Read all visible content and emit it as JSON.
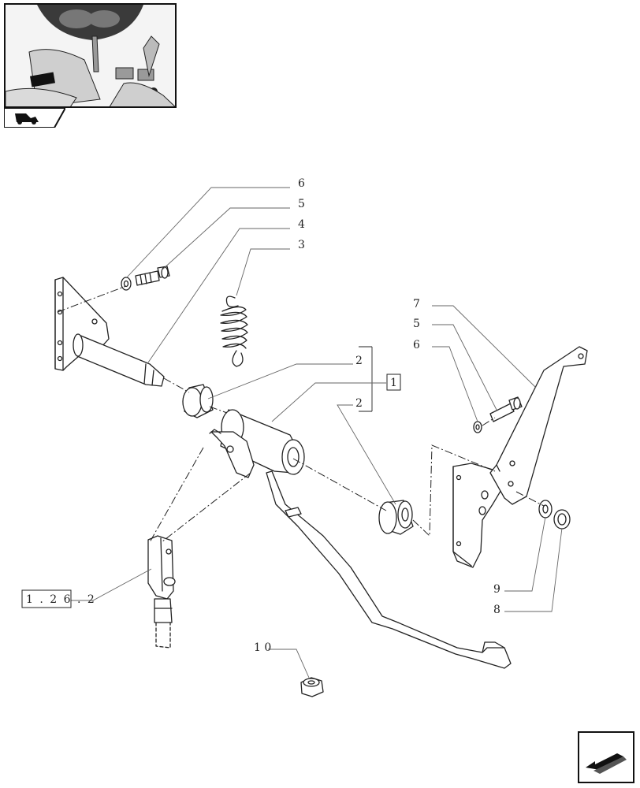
{
  "callouts": {
    "c6_top": "6",
    "c5_top": "5",
    "c4": "4",
    "c3": "3",
    "c2_upper": "2",
    "c1": "1",
    "c2_lower": "2",
    "c7": "7",
    "c5_right": "5",
    "c6_right": "6",
    "c9": "9",
    "c8": "8",
    "c10": "1 0",
    "ref": "1 . 2 6 . 2"
  },
  "icons": {
    "thumb": "location-thumbnail",
    "tab": "tractor-tab-icon",
    "next": "next-page-arrow-icon"
  },
  "colors": {
    "line": "#222222",
    "leader": "#555555"
  }
}
